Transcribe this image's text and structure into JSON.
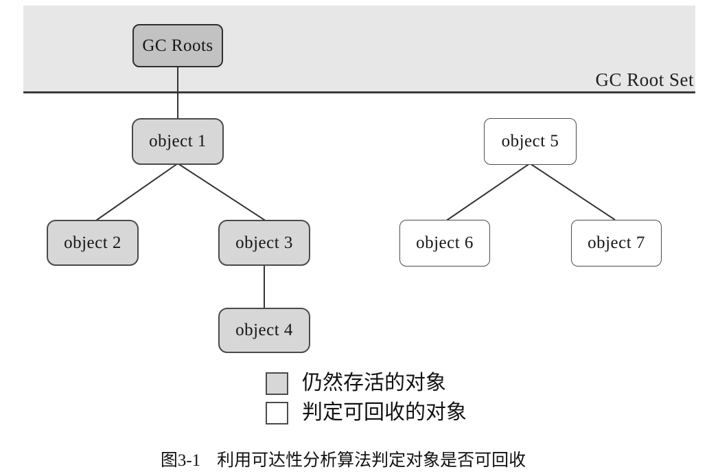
{
  "figure": {
    "band_label": "GC Root Set",
    "nodes": {
      "gc_roots": "GC Roots",
      "object1": "object 1",
      "object2": "object 2",
      "object3": "object 3",
      "object4": "object 4",
      "object5": "object 5",
      "object6": "object 6",
      "object7": "object 7"
    },
    "edges": [
      {
        "from": "gc_roots",
        "to": "object1"
      },
      {
        "from": "object1",
        "to": "object2"
      },
      {
        "from": "object1",
        "to": "object3"
      },
      {
        "from": "object3",
        "to": "object4"
      },
      {
        "from": "object5",
        "to": "object6"
      },
      {
        "from": "object5",
        "to": "object7"
      }
    ],
    "legend": [
      {
        "swatch": "gray",
        "label": "仍然存活的对象"
      },
      {
        "swatch": "white",
        "label": "判定可回收的对象"
      }
    ],
    "caption": {
      "number": "图3-1",
      "text": "利用可达性分析算法判定对象是否可回收"
    },
    "colors": {
      "band_bg": "#e7e7e7",
      "band_line": "#3a3a3a",
      "root_fill": "#c2c2c2",
      "alive_fill": "#d7d7d7",
      "recyclable_fill": "#ffffff",
      "edge": "#333333"
    }
  }
}
